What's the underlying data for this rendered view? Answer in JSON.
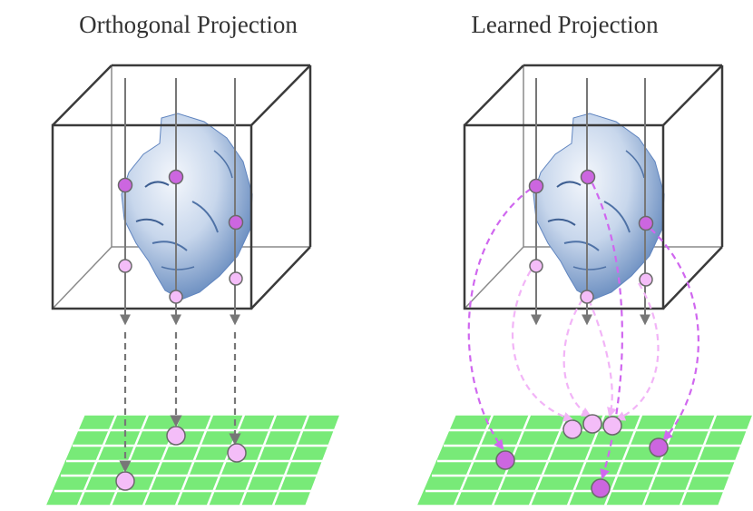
{
  "panels": [
    {
      "id": "orthogonal",
      "title": "Orthogonal Projection"
    },
    {
      "id": "learned",
      "title": "Learned Projection"
    }
  ],
  "colors": {
    "cube": "#3a3a3a",
    "ray": "#777777",
    "grid": "#78ea78",
    "grid_line": "#ffffff",
    "point_front": "#cc66e0",
    "point_back": "#f4bdf8",
    "point_outline": "#6a6a6a",
    "curve_strong": "#d067ef",
    "curve_light": "#f2b4f7",
    "bust": "#7fa3cf"
  },
  "icons": [
    "marble-bust-icon"
  ]
}
